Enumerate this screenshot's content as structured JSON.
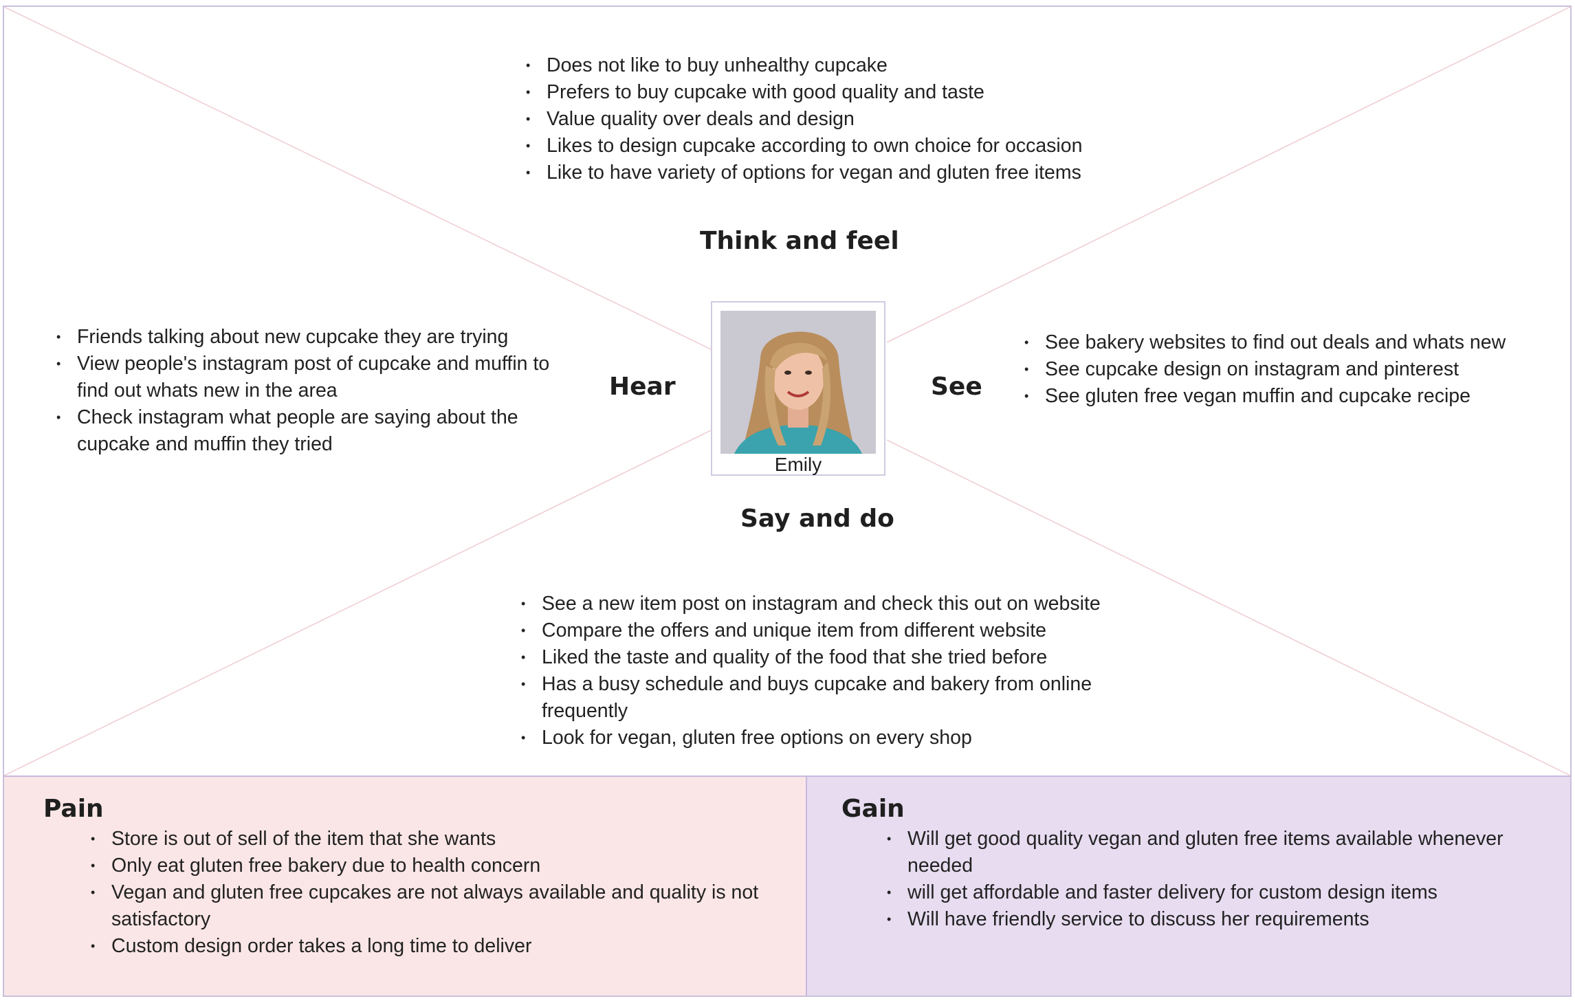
{
  "persona": {
    "name": "Emily"
  },
  "think_feel": {
    "title": "Think and feel",
    "items": [
      "Does not like to buy unhealthy cupcake",
      "Prefers to buy cupcake with good quality and taste",
      "Value quality over deals and design",
      "Likes to design cupcake according to own choice for occasion",
      "Like to have variety of options for vegan and gluten free items"
    ]
  },
  "hear": {
    "title": "Hear",
    "items": [
      "Friends talking about new cupcake they are trying",
      "View  people's instagram post of cupcake and muffin to find out whats new in the area",
      "Check instagram what people are saying about the cupcake and muffin they tried"
    ]
  },
  "see": {
    "title": "See",
    "items": [
      "See bakery websites to find out deals and whats new",
      "See cupcake design on instagram and pinterest",
      "See gluten free vegan muffin and cupcake recipe"
    ]
  },
  "say_do": {
    "title": "Say and do",
    "items": [
      "See a new item post on instagram and check this out on website",
      "Compare the offers and unique item from different website",
      "Liked the taste and quality of the food that she tried before",
      "Has a busy schedule and buys cupcake and bakery from online frequently",
      "Look for vegan, gluten free options on every shop"
    ]
  },
  "pain": {
    "title": "Pain",
    "items": [
      "Store is out of sell of the item that she wants",
      "Only eat gluten free bakery due to health concern",
      "Vegan and gluten free cupcakes are not always available and quality is not satisfactory",
      "Custom design order takes a long time to deliver"
    ]
  },
  "gain": {
    "title": "Gain",
    "items": [
      "Will get good quality vegan and gluten free items available whenever needed",
      "will get affordable and faster delivery for custom design items",
      "Will have friendly service to discuss her requirements"
    ]
  },
  "colors": {
    "frame_border": "#c9c0dc",
    "diagonal_line": "#f0cfd4",
    "pain_background": "#fbe6e7",
    "gain_background": "#e7dcf0",
    "text": "#1f1f1f"
  }
}
